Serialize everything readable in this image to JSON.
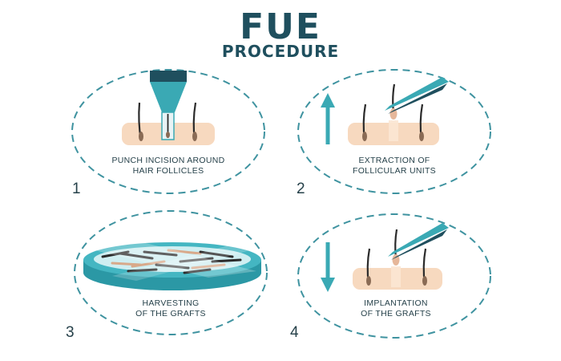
{
  "title": {
    "line1": "FUE",
    "line2": "PROCEDURE"
  },
  "steps": [
    {
      "number": "1",
      "caption_line1": "PUNCH INCISION AROUND",
      "caption_line2": "HAIR  FOLLICLES"
    },
    {
      "number": "2",
      "caption_line1": "EXTRACTION OF",
      "caption_line2": "FOLLICULAR UNITS"
    },
    {
      "number": "3",
      "caption_line1": "HARVESTING",
      "caption_line2": "OF THE GRAFTS"
    },
    {
      "number": "4",
      "caption_line1": "IMPLANTATION",
      "caption_line2": "OF THE GRAFTS"
    }
  ],
  "colors": {
    "title": "#1f4f5e",
    "teal": "#3aa9b4",
    "dark_teal": "#1f4f5e",
    "skin": "#f7d9bf",
    "hair": "#2b2b2b",
    "dashed_ring": "#3f93a0"
  }
}
